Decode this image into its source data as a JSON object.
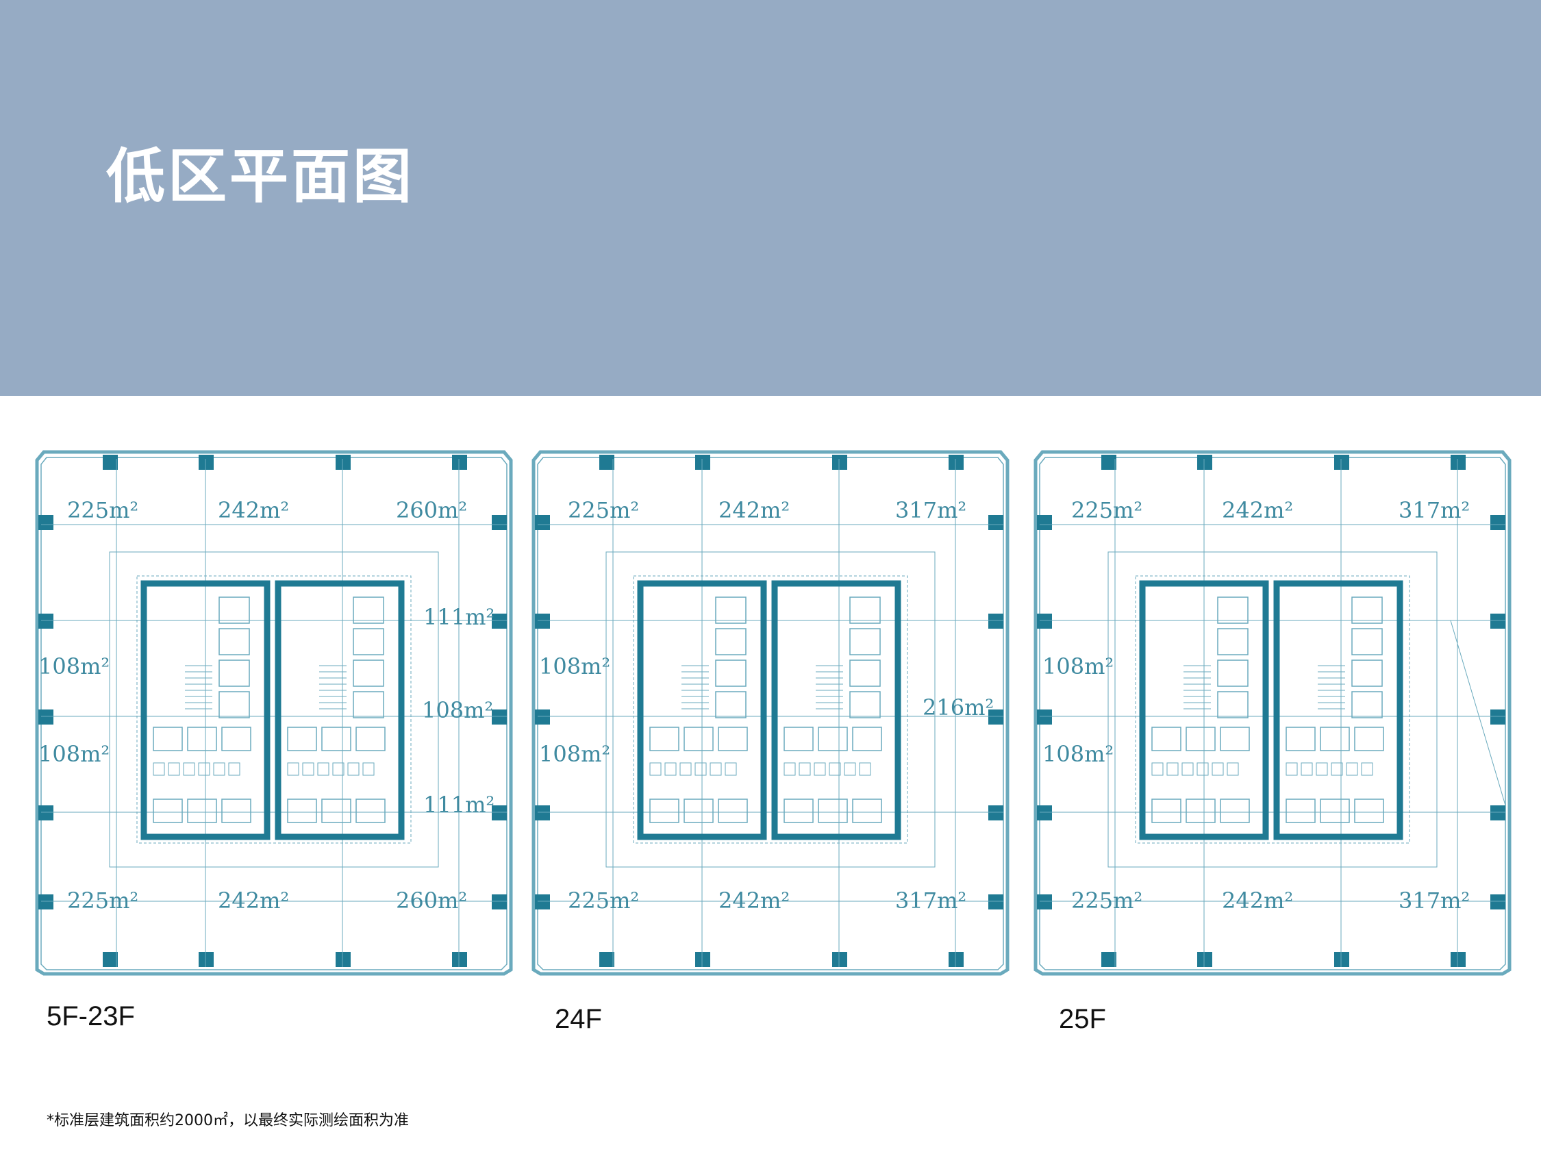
{
  "title": "低区平面图",
  "colors": {
    "header_bg": "#96abc4",
    "plan_line": "#6aaabd",
    "plan_dark": "#1f7a93",
    "area_text": "#3f8aa0"
  },
  "plans": [
    {
      "floor": "5F-23F",
      "areas": {
        "top_left": "225m²",
        "top_mid": "242m²",
        "top_right": "260m²",
        "bottom_left": "225m²",
        "bottom_mid": "242m²",
        "bottom_right": "260m²",
        "left_upper": "108m²",
        "left_lower": "108m²",
        "right_1": "111m²",
        "right_2": "108m²",
        "right_3": "111m²"
      }
    },
    {
      "floor": "24F",
      "areas": {
        "top_left": "225m²",
        "top_mid": "242m²",
        "top_right": "317m²",
        "bottom_left": "225m²",
        "bottom_mid": "242m²",
        "bottom_right": "317m²",
        "left_upper": "108m²",
        "left_lower": "108m²",
        "right_mid": "216m²"
      }
    },
    {
      "floor": "25F",
      "areas": {
        "top_left": "225m²",
        "top_mid": "242m²",
        "top_right": "317m²",
        "bottom_left": "225m²",
        "bottom_mid": "242m²",
        "bottom_right": "317m²",
        "left_upper": "108m²",
        "left_lower": "108m²"
      }
    }
  ],
  "footnote": "*标准层建筑面积约2000㎡，以最终实际测绘面积为准"
}
